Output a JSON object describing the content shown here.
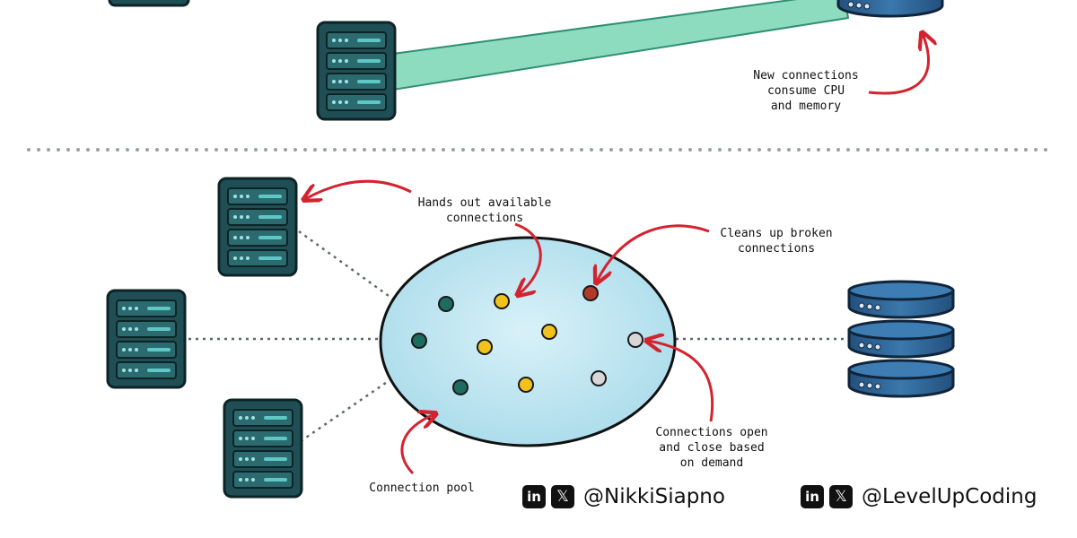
{
  "annotations": {
    "new_connections": "New connections\nconsume CPU\nand memory",
    "hands_out": "Hands out available\nconnections",
    "cleans_up": "Cleans up broken\nconnections",
    "open_close": "Connections open\nand close based\non demand",
    "pool": "Connection pool"
  },
  "footer": {
    "author": {
      "linkedin_icon": "in",
      "x_icon": "𝕏",
      "handle": "@NikkiSiapno"
    },
    "brand": {
      "linkedin_icon": "in",
      "x_icon": "𝕏",
      "handle": "@LevelUpCoding"
    }
  },
  "colors": {
    "server_body": "#1f4f55",
    "server_slot": "#5fc8c4",
    "db": "#2f6496",
    "pool_fill": "#bfe6f2",
    "arrow": "#d4232f",
    "dots": "#8a8f95",
    "teal_conn": "#1e6b60",
    "yellow_conn": "#f2c21c",
    "broken_conn": "#b23a2b",
    "idle_conn": "#d7d7d7"
  },
  "pool_connections": [
    "teal",
    "yellow",
    "broken",
    "teal",
    "yellow",
    "yellow",
    "idle",
    "teal",
    "yellow",
    "idle"
  ]
}
